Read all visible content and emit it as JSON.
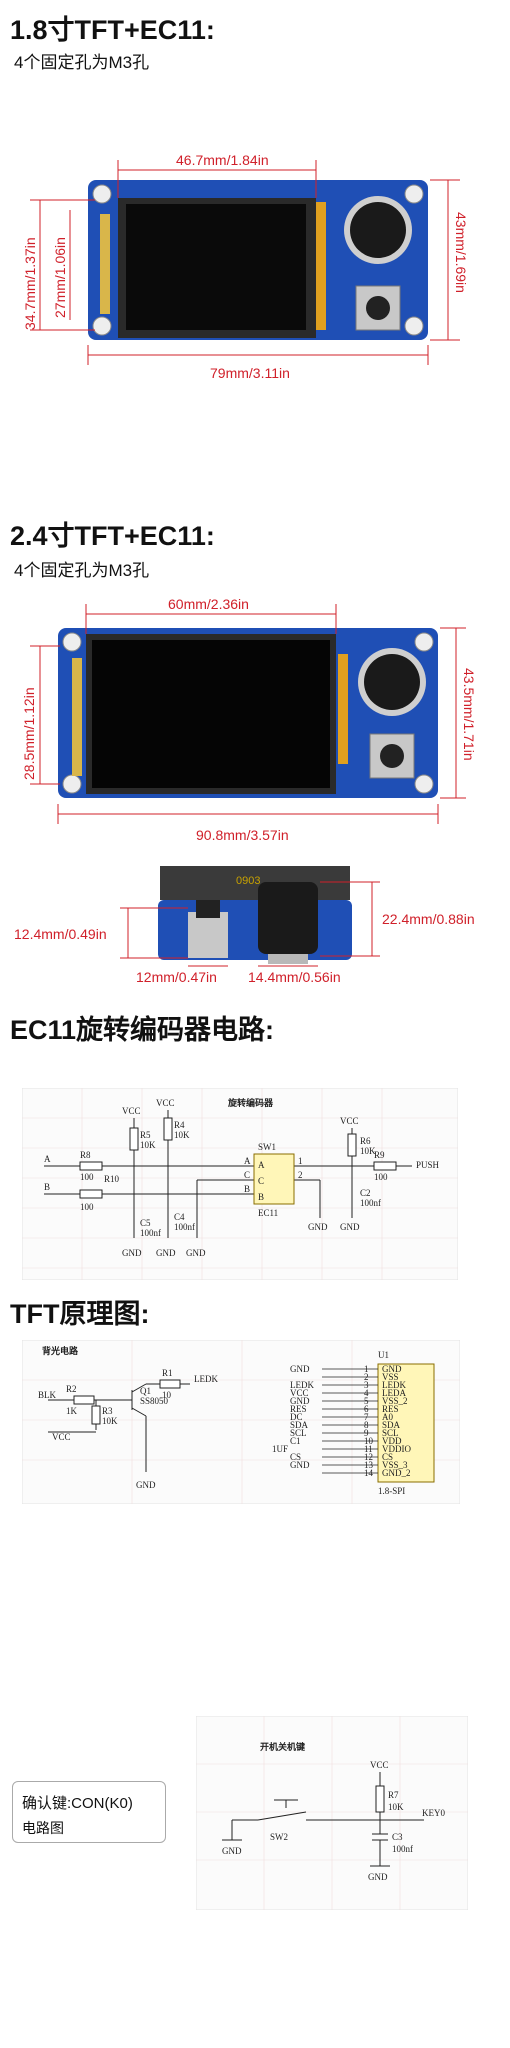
{
  "sections": {
    "s18": {
      "title": "1.8寸TFT+EC11:",
      "subtitle": "4个固定孔为M3孔",
      "dims": {
        "top": "46.7mm/1.84in",
        "left_outer": "34.7mm/1.37in",
        "left_inner": "27mm/1.06in",
        "right": "43mm/1.69in",
        "bottom": "79mm/3.11in"
      }
    },
    "s24": {
      "title": "2.4寸TFT+EC11:",
      "subtitle": "4个固定孔为M3孔",
      "dims": {
        "top": "60mm/2.36in",
        "left": "28.5mm/1.12in",
        "right": "43.5mm/1.71in",
        "bottom": "90.8mm/3.57in"
      }
    },
    "side": {
      "left": "12.4mm/0.49in",
      "right": "22.4mm/0.88in",
      "bottom_left": "12mm/0.47in",
      "bottom_right": "14.4mm/0.56in",
      "board_mark": "0903"
    },
    "ec11": {
      "title": "EC11旋转编码器电路:",
      "schematic": {
        "heading": "旋转编码器",
        "vcc": "VCC",
        "gnd": "GND",
        "r8": "R8",
        "r8v": "100",
        "r10": "R10",
        "r10v": "100",
        "r5": "R5",
        "r5v": "10K",
        "r4": "R4",
        "r4v": "10K",
        "r6": "R6",
        "r6v": "10K",
        "r9": "R9",
        "r9v": "100",
        "c5": "C5",
        "c5v": "100nf",
        "c4": "C4",
        "c4v": "100nf",
        "c2": "C2",
        "c2v": "100nf",
        "sw": "SW1",
        "swpart": "EC11",
        "pin_a": "A",
        "pin_b": "B",
        "pin_c": "C",
        "n1": "1",
        "n2": "2",
        "in_a": "A",
        "in_b": "B",
        "push": "PUSH"
      }
    },
    "tft": {
      "title": "TFT原理图:",
      "schematic": {
        "heading": "背光电路",
        "blk": "BLK",
        "r2": "R2",
        "r2v": "1K",
        "r3": "R3",
        "r3v": "10K",
        "q1": "Q1",
        "q1v": "SS8050",
        "r1": "R1",
        "r1v": "10",
        "ledk": "LEDK",
        "vcc": "VCC",
        "gnd": "GND",
        "u1": "U1",
        "u1part": "1.8-SPI",
        "pins": [
          "GND",
          "VSS",
          "LEDK",
          "LEDA",
          "VSS_2",
          "RES",
          "A0",
          "SDA",
          "SCL",
          "VDD",
          "VDDIO",
          "CS",
          "VSS_3",
          "GND_2"
        ],
        "nets": [
          "GND",
          "",
          "LEDK",
          "VCC",
          "GND",
          "RES",
          "DC",
          "SDA",
          "SCL",
          "C1",
          "",
          "CS",
          "GND",
          ""
        ],
        "c1v": "1UF"
      }
    },
    "power": {
      "callout_line1": "确认键:CON(K0)",
      "callout_line2": "电路图",
      "schematic": {
        "heading": "开机关机键",
        "vcc": "VCC",
        "r7": "R7",
        "r7v": "10K",
        "key": "KEY0",
        "sw": "SW2",
        "c3": "C3",
        "c3v": "100nf",
        "gnd": "GND"
      }
    }
  }
}
